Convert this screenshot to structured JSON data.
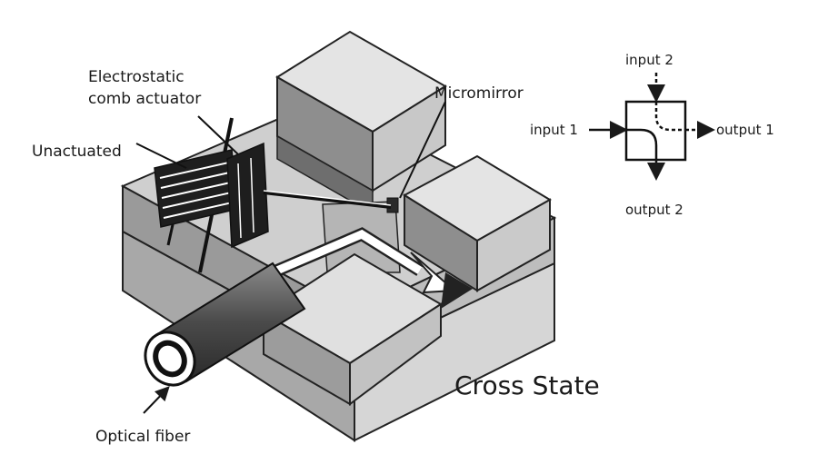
{
  "labels": {
    "comb_actuator_line1": "Electrostatic",
    "comb_actuator_line2": "comb actuator",
    "unactuated": "Unactuated",
    "micromirror": "Micromirror",
    "optical_fiber": "Optical fiber",
    "state_title": "Cross State"
  },
  "switch_schematic": {
    "input_1": "input 1",
    "input_2": "input 2",
    "output_1": "output 1",
    "output_2": "output 2"
  }
}
